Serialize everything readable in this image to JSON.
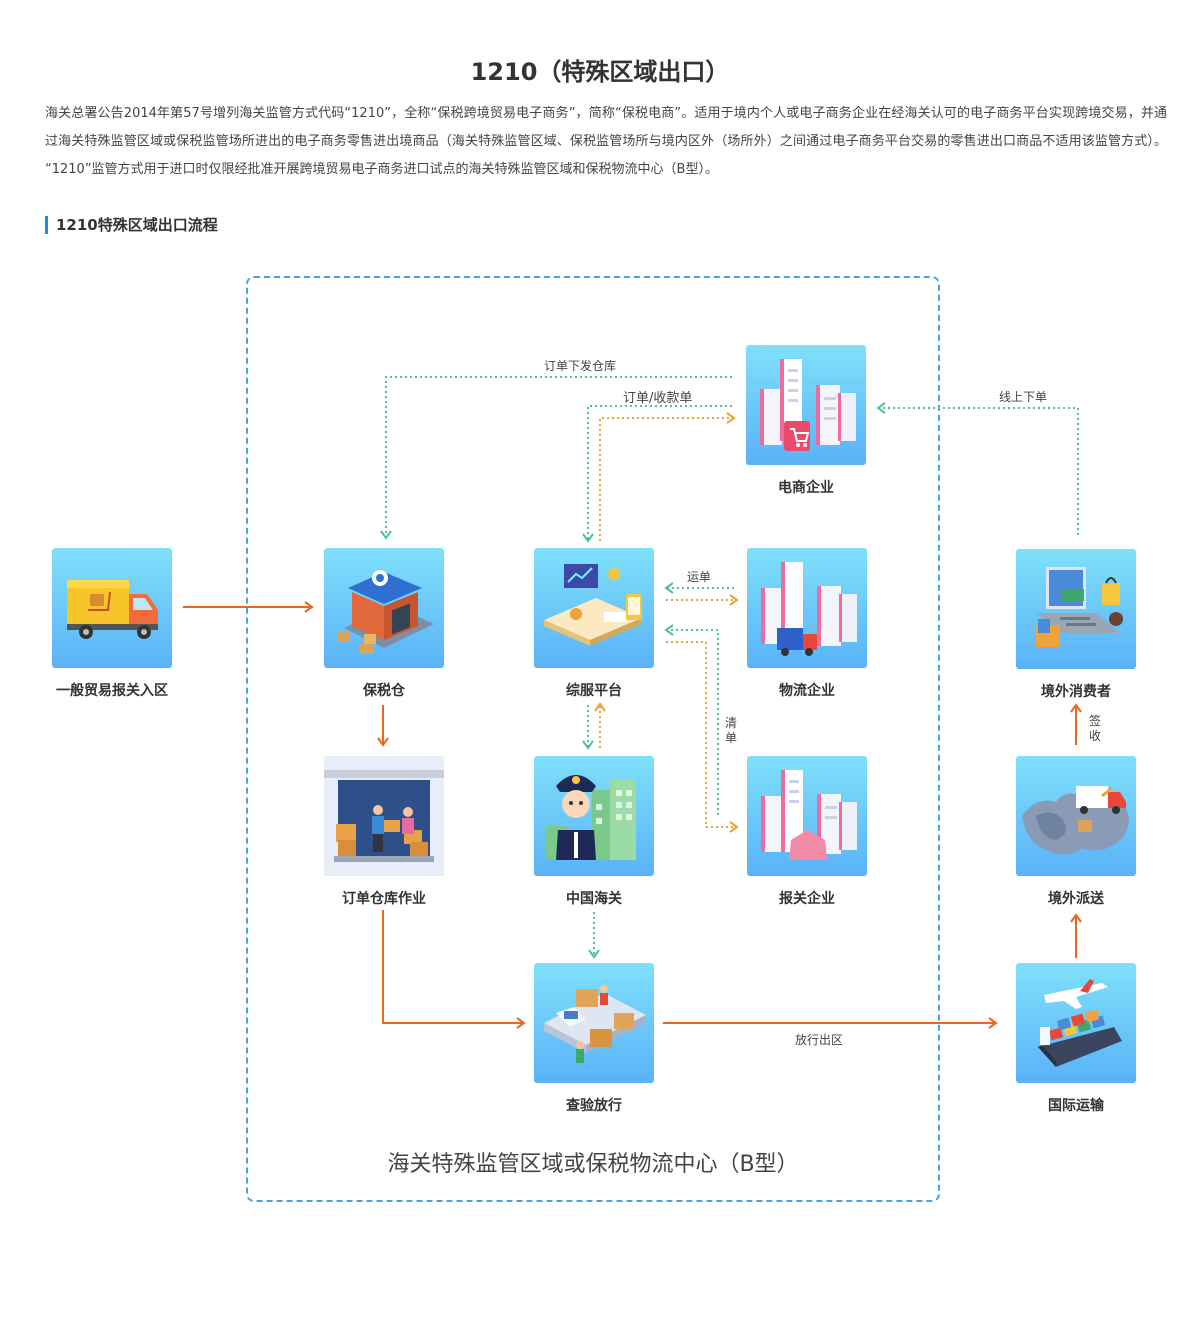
{
  "title": "1210（特殊区域出口）",
  "intro": "海关总署公告2014年第57号增列海关监管方式代码“1210”，全称“保税跨境贸易电子商务”，简称“保税电商”。适用于境内个人或电子商务企业在经海关认可的电子商务平台实现跨境交易，并通过海关特殊监管区域或保税监管场所进出的电子商务零售进出境商品（海关特殊监管区域、保税监管场所与境内区外（场所外）之间通过电子商务平台交易的零售进出口商品不适用该监管方式）。 “1210”监管方式用于进口时仅限经批准开展跨境贸易电子商务进口试点的海关特殊监管区域和保税物流中心（B型）。",
  "section_title": "1210特殊区域出口流程",
  "zone_label": "海关特殊监管区域或保税物流中心（B型）",
  "colors": {
    "accent": "#1a8fe0",
    "flow_orange": "#e8661e",
    "flow_green": "#4cc495",
    "dash_orange": "#f0a030",
    "tile_top": "#7fe0fa",
    "tile_bottom": "#5ab2f7"
  },
  "nodes": {
    "general_trade": {
      "label": "一般贸易报关入区",
      "icon": "delivery-truck-icon"
    },
    "bonded_warehouse": {
      "label": "保税仓",
      "icon": "warehouse-icon"
    },
    "service_platform": {
      "label": "综服平台",
      "icon": "platform-icon"
    },
    "ecommerce": {
      "label": "电商企业",
      "icon": "ecommerce-building-icon"
    },
    "logistics": {
      "label": "物流企业",
      "icon": "logistics-building-icon"
    },
    "overseas_consumer": {
      "label": "境外消费者",
      "icon": "online-shopping-icon"
    },
    "order_warehouse": {
      "label": "订单仓库作业",
      "icon": "warehouse-workers-icon"
    },
    "customs": {
      "label": "中国海关",
      "icon": "customs-officer-icon"
    },
    "declaration": {
      "label": "报关企业",
      "icon": "declaration-building-icon"
    },
    "overseas_delivery": {
      "label": "境外派送",
      "icon": "world-delivery-icon"
    },
    "inspection": {
      "label": "查验放行",
      "icon": "inspection-conveyor-icon"
    },
    "intl_transport": {
      "label": "国际运输",
      "icon": "plane-ship-icon"
    }
  },
  "edges": {
    "order_to_warehouse": "订单下发仓库",
    "order_receipt": "订单/收款单",
    "online_order": "线上下单",
    "waybill": "运单",
    "manifest": "清单",
    "sign_receive": "签收",
    "release_exit": "放行出区"
  }
}
